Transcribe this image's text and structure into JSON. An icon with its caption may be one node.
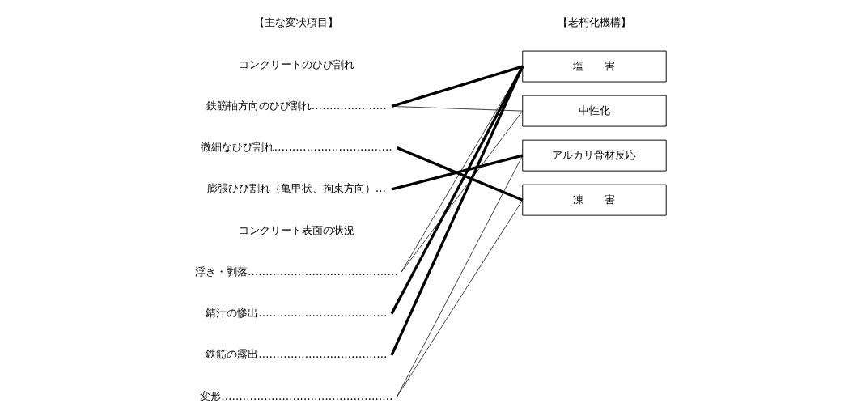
{
  "diagram": {
    "nodes": [
      {
        "text": [
          "鉄筋軸方向のひび割れ…………………"
        ]
      },
      {
        "text": [
          "微細なひび割れ……………………………"
        ]
      },
      {
        "text": [
          "膨張ひび割れ（亀甲状、拘束方向）…"
        ]
      },
      {
        "text": [
          "浮き・剥落……………………………………"
        ]
      },
      {
        "text": [
          "錆汁の惨出………………………………"
        ]
      },
      {
        "text": [
          "鉄筋の露出………………………………"
        ]
      },
      {
        "text": [
          "変形…………………………………………"
        ]
      },
      {
        "text": [
          "塩　　害"
        ]
      },
      {
        "text": [
          "中性化"
        ]
      },
      {
        "text": [
          "アルカリ骨材反応"
        ]
      },
      {
        "text": [
          "凍　　害"
        ]
      }
    ],
    "edges": [
      {
        "from": 0,
        "to": 7,
        "arrow": "none",
        "style": "thick"
      },
      {
        "from": 0,
        "to": 8,
        "arrow": "none"
      },
      {
        "from": 1,
        "to": 10,
        "arrow": "none",
        "style": "thick"
      },
      {
        "from": 2,
        "to": 9,
        "arrow": "none",
        "style": "thick"
      },
      {
        "from": 3,
        "to": 7,
        "arrow": "none"
      },
      {
        "from": 3,
        "to": 8,
        "arrow": "none"
      },
      {
        "from": 4,
        "to": 7,
        "arrow": "none",
        "style": "thick"
      },
      {
        "from": 5,
        "to": 7,
        "arrow": "none",
        "style": "thick"
      },
      {
        "from": 6,
        "to": 9,
        "arrow": "none"
      },
      {
        "from": 6,
        "to": 10,
        "arrow": "none"
      }
    ],
    "labels": [
      "【主な変状項目】",
      "【老朽化機構】",
      "コンクリートのひび割れ",
      "コンクリート表面の状況"
    ]
  }
}
